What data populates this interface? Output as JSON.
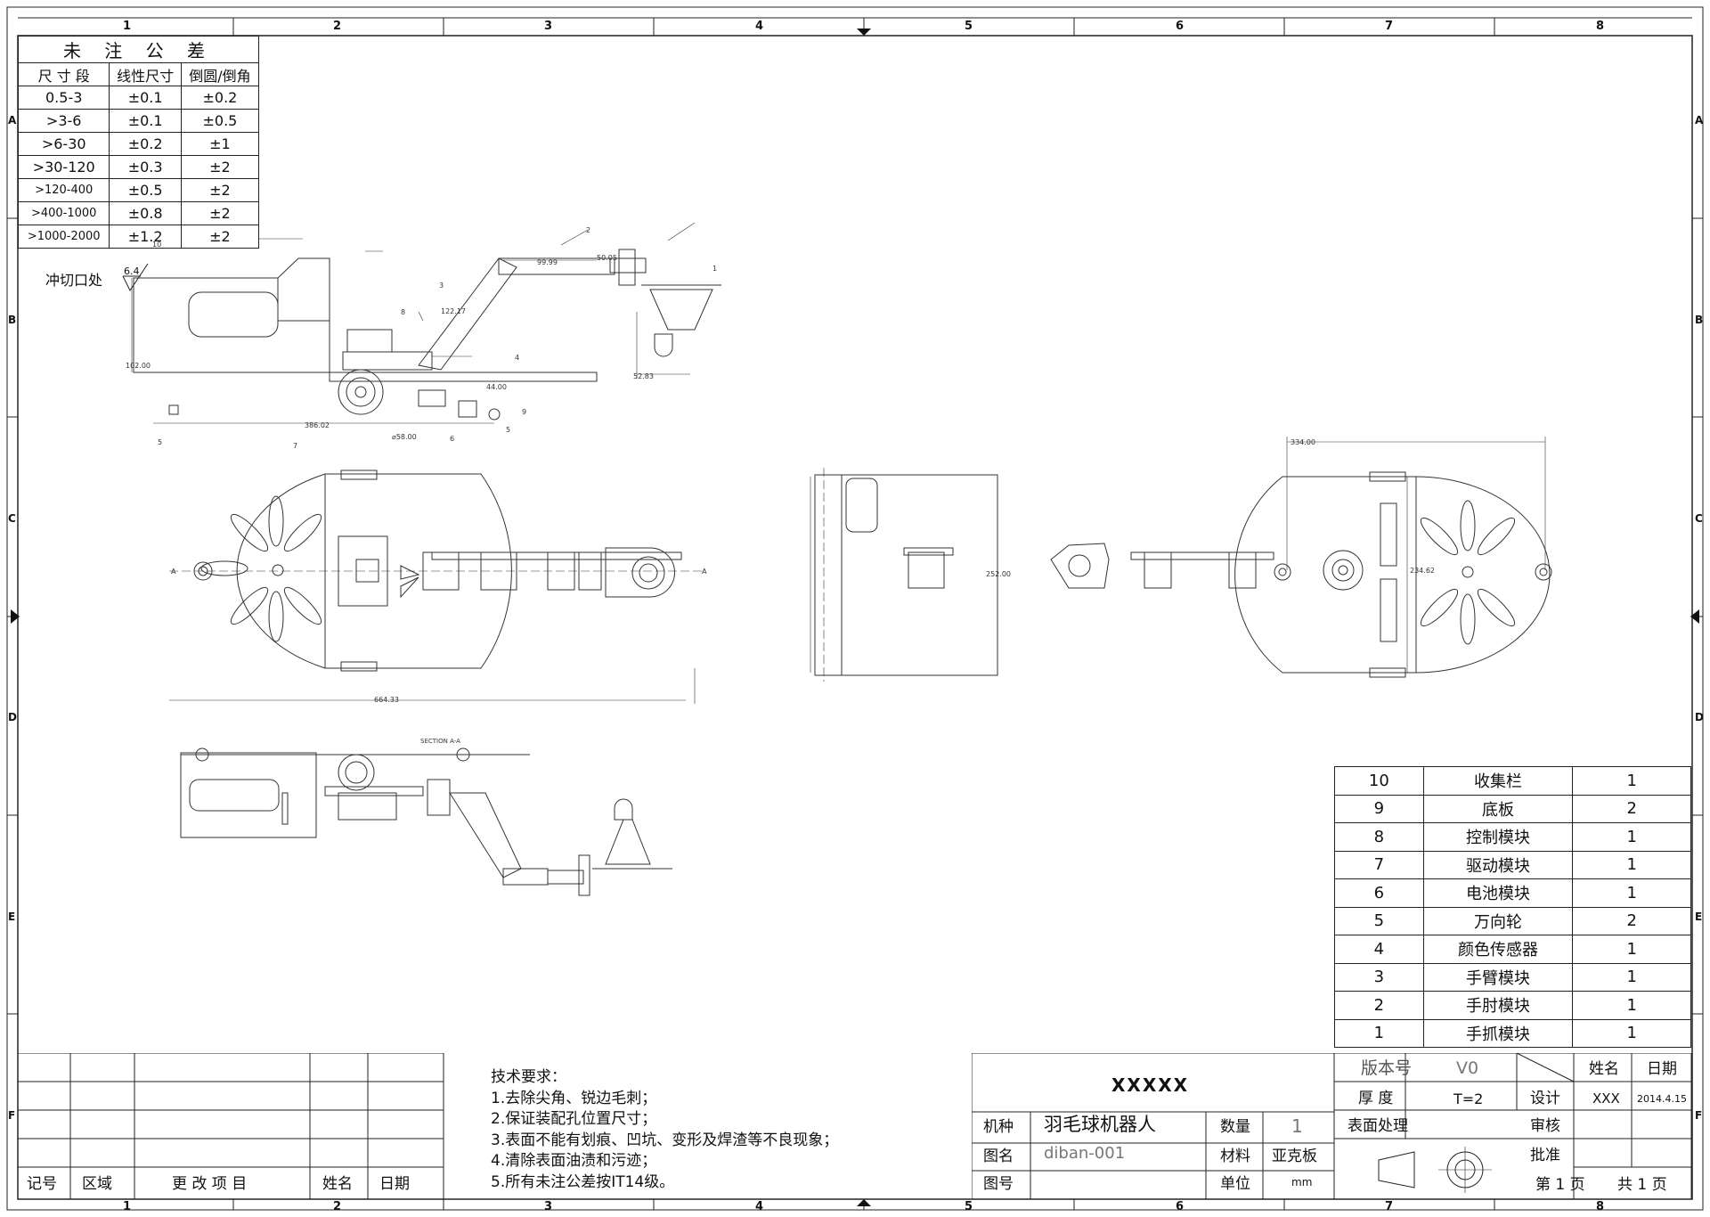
{
  "frame": {
    "columns": [
      "1",
      "2",
      "3",
      "4",
      "5",
      "6",
      "7",
      "8"
    ],
    "rows": [
      "A",
      "B",
      "C",
      "D",
      "E",
      "F"
    ]
  },
  "tolerance": {
    "title": "未 注 公 差",
    "headers": [
      "尺 寸 段",
      "线性尺寸",
      "倒圆/倒角"
    ],
    "rows": [
      [
        "0.5-3",
        "±0.1",
        "±0.2"
      ],
      [
        ">3-6",
        "±0.1",
        "±0.5"
      ],
      [
        ">6-30",
        "±0.2",
        "±1"
      ],
      [
        ">30-120",
        "±0.3",
        "±2"
      ],
      [
        ">120-400",
        "±0.5",
        "±2"
      ],
      [
        ">400-1000",
        "±0.8",
        "±2"
      ],
      [
        ">1000-2000",
        "±1.2",
        "±2"
      ]
    ]
  },
  "punch": {
    "label": "冲切口处",
    "value": "6.4"
  },
  "side_view": {
    "balloons": [
      "10",
      "8",
      "3",
      "2",
      "1",
      "4",
      "9",
      "5",
      "7",
      "6",
      "5"
    ],
    "dims": [
      "102.00",
      "99.99",
      "50.05",
      "122.17",
      "52.83",
      "44.00",
      "386.02",
      "⌀58.00"
    ]
  },
  "top_view": {
    "dims": [
      "664.33"
    ],
    "section_mark": "A"
  },
  "front_view": {
    "dims": [
      "252.00"
    ]
  },
  "bottom_view": {
    "dims": [
      "334.00",
      "234.62"
    ]
  },
  "section_view": {
    "label": "SECTION A-A"
  },
  "parts": [
    {
      "no": "10",
      "name": "收集栏",
      "qty": "1"
    },
    {
      "no": "9",
      "name": "底板",
      "qty": "2"
    },
    {
      "no": "8",
      "name": "控制模块",
      "qty": "1"
    },
    {
      "no": "7",
      "name": "驱动模块",
      "qty": "1"
    },
    {
      "no": "6",
      "name": "电池模块",
      "qty": "1"
    },
    {
      "no": "5",
      "name": "万向轮",
      "qty": "2"
    },
    {
      "no": "4",
      "name": "颜色传感器",
      "qty": "1"
    },
    {
      "no": "3",
      "name": "手臂模块",
      "qty": "1"
    },
    {
      "no": "2",
      "name": "手肘模块",
      "qty": "1"
    },
    {
      "no": "1",
      "name": "手抓模块",
      "qty": "1"
    }
  ],
  "revision": {
    "headers": [
      "记号",
      "区域",
      "更 改 项 目",
      "姓名",
      "日期"
    ]
  },
  "tech": {
    "title": "技术要求：",
    "items": [
      "1.去除尖角、锐边毛刺；",
      "2.保证装配孔位置尺寸；",
      "3.表面不能有划痕、凹坑、变形及焊渣等不良现象；",
      "4.清除表面油渍和污迹；",
      "5.所有未注公差按IT14级。"
    ]
  },
  "title_block": {
    "company": "XXXXX",
    "machine_label": "机种",
    "machine": "羽毛球机器人",
    "qty_label": "数量",
    "qty": "1",
    "drawing_name_label": "图名",
    "drawing_name": "diban-001",
    "material_label": "材料",
    "material": "亚克板",
    "drawing_no_label": "图号",
    "drawing_no": "",
    "unit_label": "单位",
    "unit": "mm",
    "version_label": "版本号",
    "version": "V0",
    "thickness_label": "厚 度",
    "thickness": "T=2",
    "surface_label": "表面处理",
    "surface": "",
    "name_label": "姓名",
    "date_label": "日期",
    "design_label": "设计",
    "designer": "XXX",
    "date": "2014.4.15",
    "check_label": "审核",
    "approve_label": "批准",
    "page": "第 1 页",
    "total": "共 1 页"
  }
}
